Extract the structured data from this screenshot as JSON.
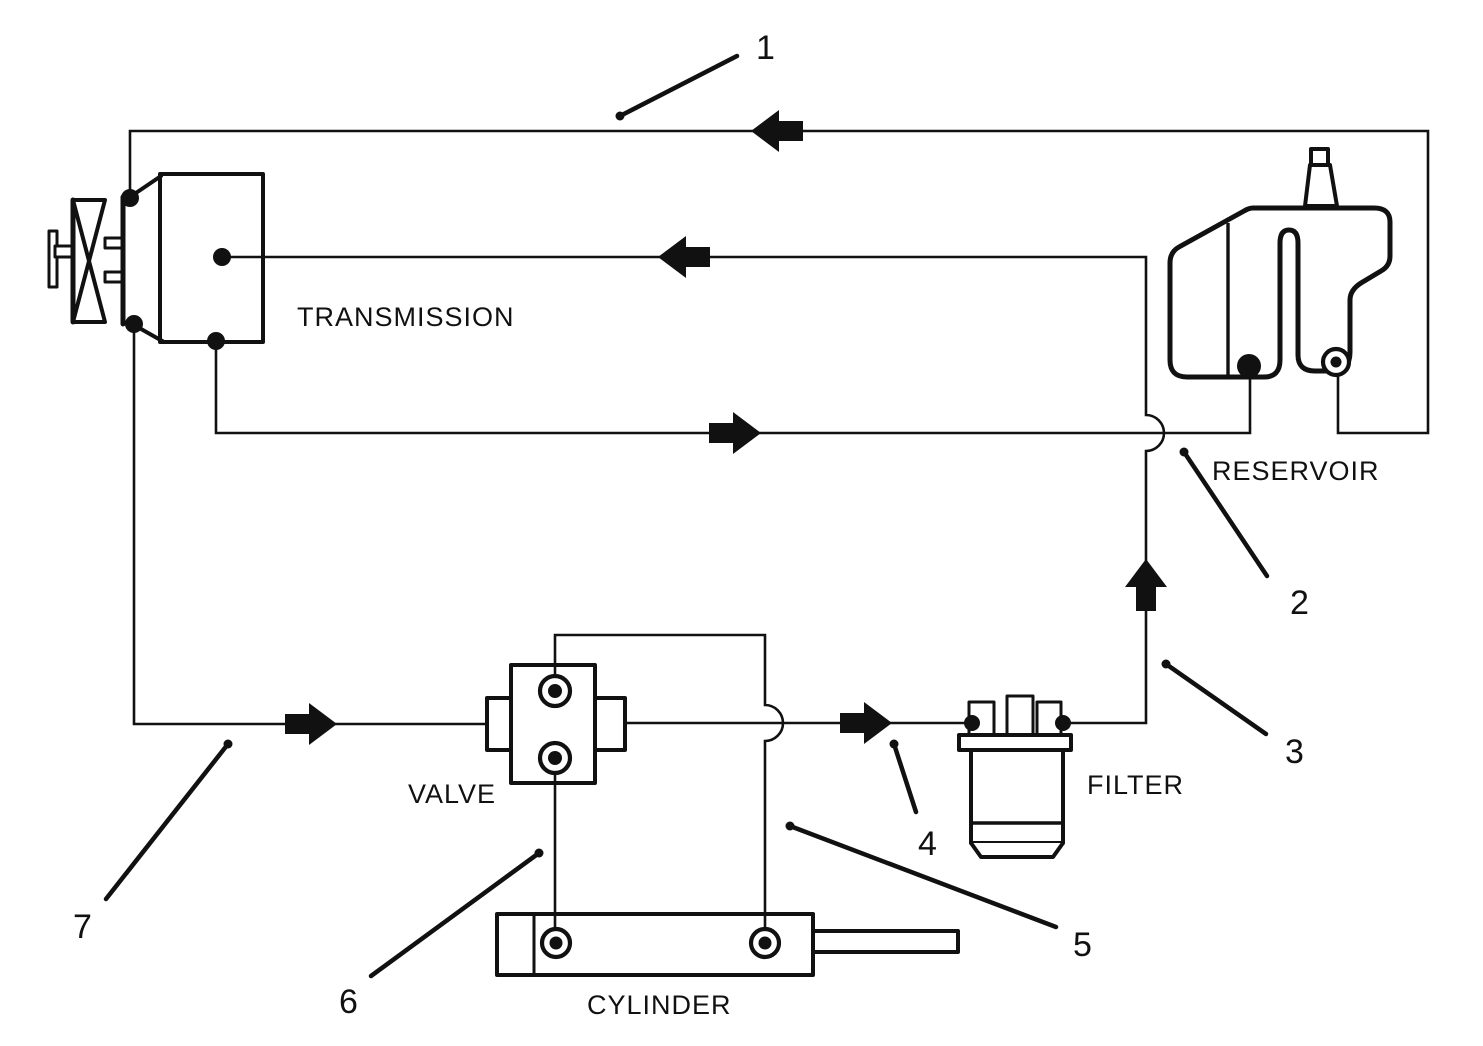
{
  "diagram": {
    "background": "#ffffff",
    "ink": "#111111",
    "labels": {
      "transmission": "TRANSMISSION",
      "reservoir": "RESERVOIR",
      "valve": "VALVE",
      "filter": "FILTER",
      "cylinder": "CYLINDER"
    },
    "callouts": [
      "1",
      "2",
      "3",
      "4",
      "5",
      "6",
      "7"
    ]
  }
}
